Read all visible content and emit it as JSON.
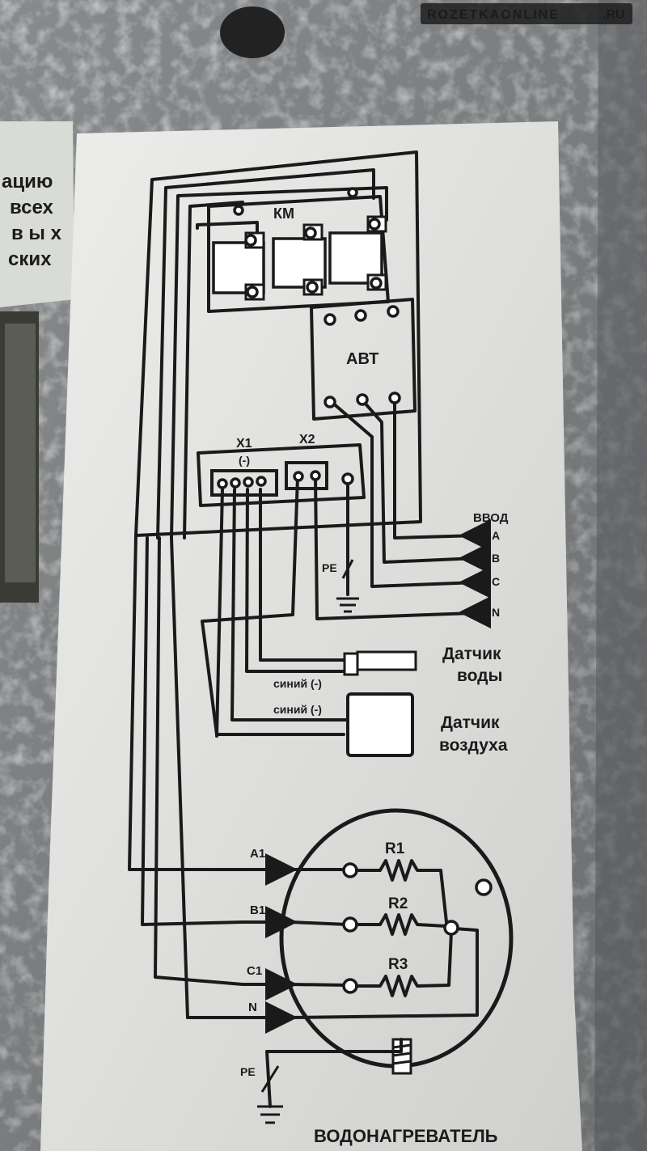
{
  "watermark": {
    "text": "ROZETKAONLINE",
    "suffix": ".RU"
  },
  "side_text": [
    "ацию",
    "всех",
    "в ы х",
    "ских"
  ],
  "labels": {
    "km": "КМ",
    "avt": "АВТ",
    "x1": "X1",
    "x1_sub": "(-)",
    "x2": "X2",
    "pe_top": "PE",
    "pe_bottom": "PE",
    "input": "ВВОД",
    "phase_a": "A",
    "phase_b": "B",
    "phase_c": "C",
    "neutral": "N",
    "water_sensor_1": "Датчик",
    "water_sensor_2": "воды",
    "air_sensor_1": "Датчик",
    "air_sensor_2": "воздуха",
    "blue_1": "синий (-)",
    "blue_2": "синий (-)",
    "a1": "A1",
    "b1": "B1",
    "c1": "C1",
    "n_heater": "N",
    "r1": "R1",
    "r2": "R2",
    "r3": "R3",
    "heater": "ВОДОНАГРЕВАТЕЛЬ"
  },
  "colors": {
    "metal": "#8f9294",
    "paper": "#f4f4f2",
    "ink": "#1a1a1a",
    "page_green": "#2f9a4b"
  }
}
